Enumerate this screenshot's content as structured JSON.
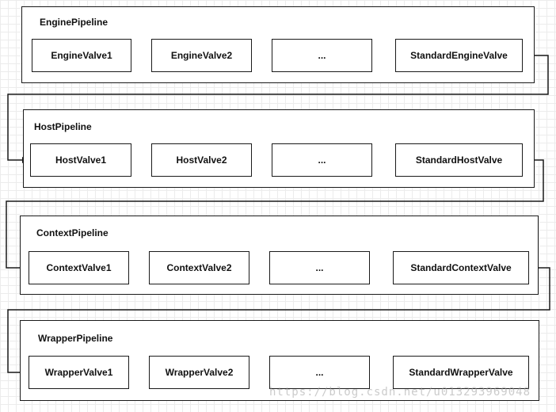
{
  "pipelines": [
    {
      "title": "EnginePipeline",
      "valves": [
        "EngineValve1",
        "EngineValve2",
        "...",
        "StandardEngineValve"
      ]
    },
    {
      "title": "HostPipeline",
      "valves": [
        "HostValve1",
        "HostValve2",
        "...",
        "StandardHostValve"
      ]
    },
    {
      "title": "ContextPipeline",
      "valves": [
        "ContextValve1",
        "ContextValve2",
        "...",
        "StandardContextValve"
      ]
    },
    {
      "title": "WrapperPipeline",
      "valves": [
        "WrapperValve1",
        "WrapperValve2",
        "...",
        "StandardWrapperValve"
      ]
    }
  ],
  "watermark": "https://blog.csdn.net/u013293969048",
  "colors": {
    "stroke": "#1a1a1a",
    "text": "#111111",
    "background": "#ffffff",
    "grid": "#ececec"
  }
}
